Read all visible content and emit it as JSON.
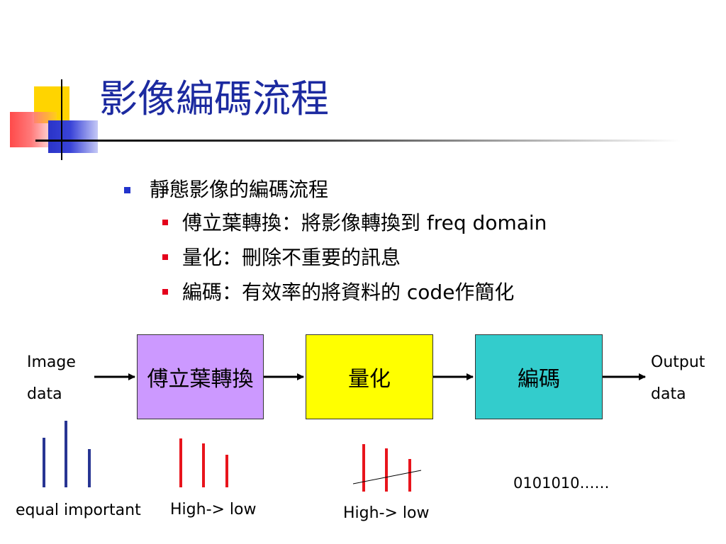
{
  "slide": {
    "title": "影像編碼流程",
    "bullet_main": "靜態影像的編碼流程",
    "sub_bullets": [
      "傅立葉轉換：將影像轉換到 freq domain",
      "量化：刪除不重要的訊息",
      "編碼：有效率的將資料的 code作簡化"
    ]
  },
  "diagram": {
    "input_label_line1": "Image",
    "input_label_line2": "data",
    "output_label_line1": "Output",
    "output_label_line2": "data",
    "boxes": [
      "傅立葉轉換",
      "量化",
      "編碼"
    ],
    "box_colors": [
      "#cc99ff",
      "#ffff00",
      "#33cccc"
    ],
    "caption_equal": "equal important",
    "caption_high_low_1": "High-> low",
    "caption_high_low_2": "High-> low",
    "binary_output": "0101010……",
    "bar_colors": {
      "equal": "#283593",
      "weighted": "#e8141c"
    }
  }
}
